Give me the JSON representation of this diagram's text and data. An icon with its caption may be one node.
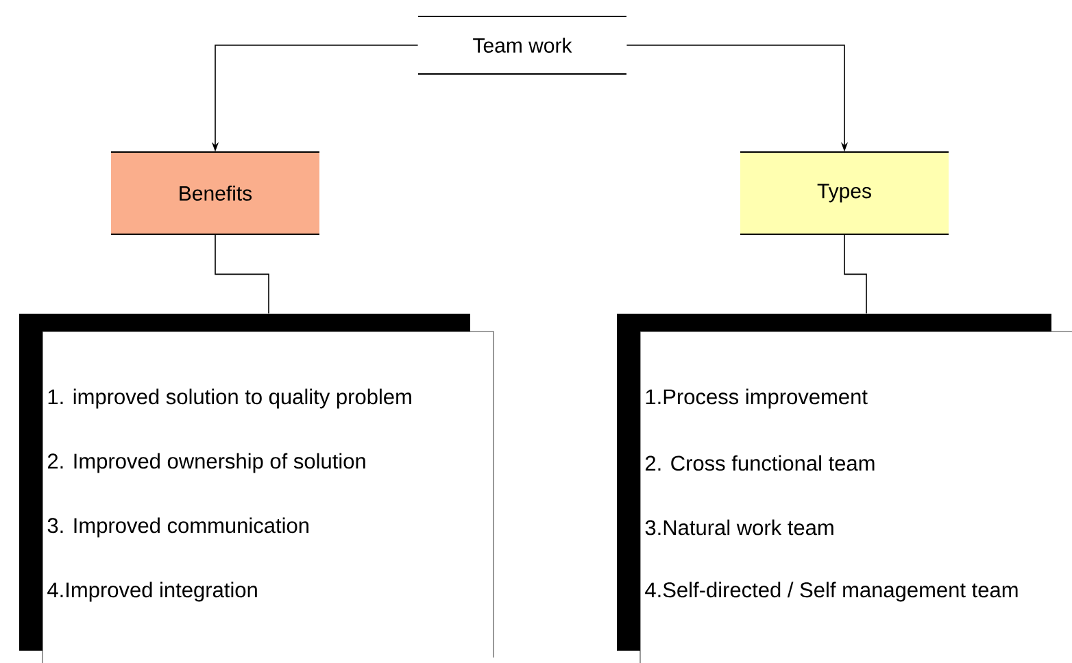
{
  "diagram": {
    "nodes": [
      {
        "text": [
          "Team work"
        ]
      },
      {
        "text": [
          "Benefits"
        ]
      },
      {
        "text": [
          "Types"
        ]
      },
      {
        "text": [
          "1. improved solution to quality problem",
          "2. Improved ownership of solution",
          "3. Improved communication",
          "4.Improved integration"
        ]
      },
      {
        "text": [
          "1.Process improvement",
          "2. Cross functional team",
          "3.Natural work team",
          "4.Self-directed / Self management team"
        ]
      }
    ],
    "edges": [
      {
        "from": 0,
        "to": 1,
        "arrow": "to"
      },
      {
        "from": 0,
        "to": 2,
        "arrow": "to"
      },
      {
        "from": 1,
        "to": 3,
        "arrow": "none"
      },
      {
        "from": 2,
        "to": 4,
        "arrow": "none"
      }
    ]
  }
}
